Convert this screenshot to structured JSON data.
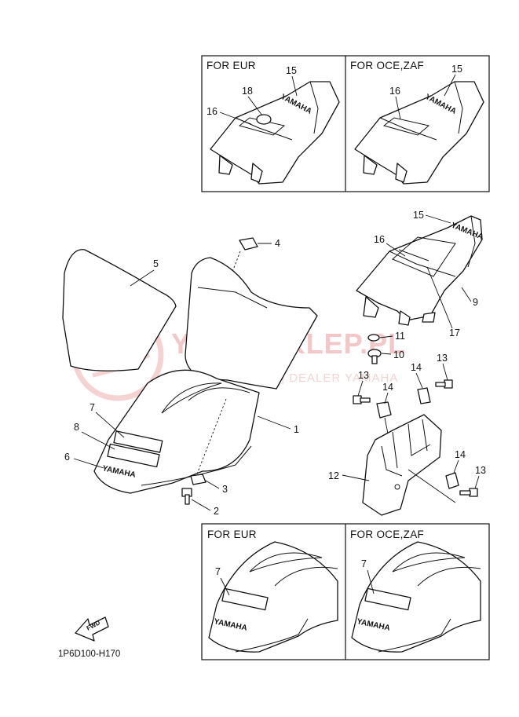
{
  "diagram": {
    "drawing_code": "1P6D100-H170",
    "top_panels": [
      {
        "title": "FOR EUR",
        "labels": [
          "15",
          "18",
          "16"
        ]
      },
      {
        "title": "FOR OCE,ZAF",
        "labels": [
          "15",
          "16"
        ]
      }
    ],
    "bottom_panels": [
      {
        "title": "FOR EUR",
        "labels": [
          "7"
        ]
      },
      {
        "title": "FOR OCE,ZAF",
        "labels": [
          "7"
        ]
      }
    ],
    "main_labels": {
      "p1": "1",
      "p2": "2",
      "p3": "3",
      "p4": "4",
      "p5": "5",
      "p6": "6",
      "p7": "7",
      "p8": "8",
      "p9": "9",
      "p10": "10",
      "p11": "11",
      "p12": "12",
      "p13a": "13",
      "p13b": "13",
      "p13c": "13",
      "p14a": "14",
      "p14b": "14",
      "p14c": "14",
      "p15": "15",
      "p16": "16",
      "p17": "17"
    },
    "decal_text": "YAMAHA",
    "fwd_text": "FWD",
    "watermark": {
      "title": "YAMA-SKLEP.PL",
      "subtitle": "WOJCIECHOWICZ | DEALER YAMAHA"
    }
  }
}
